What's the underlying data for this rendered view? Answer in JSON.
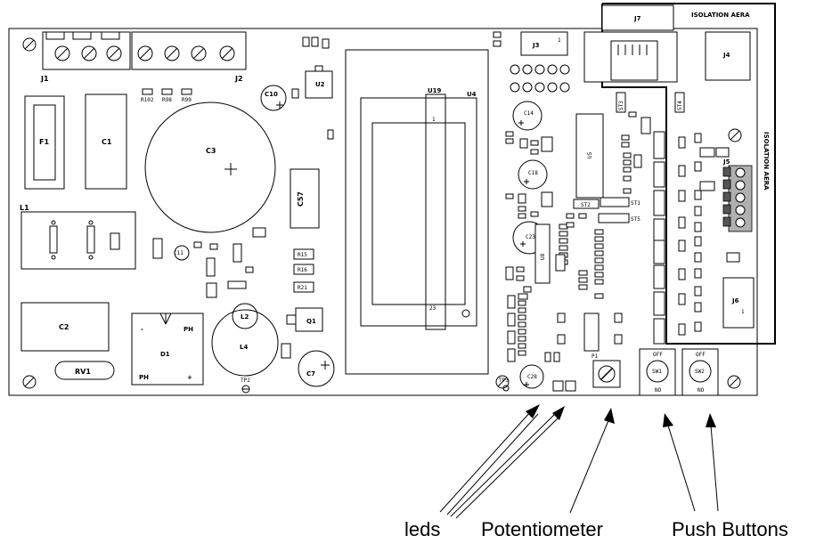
{
  "isolation": {
    "top": "ISOLATION AERA",
    "side": "ISOLATION AERA"
  },
  "connectors": {
    "j1": "J1",
    "j2": "J2",
    "j3": "J3",
    "j4": "J4",
    "j5": "J5",
    "j6": "J6",
    "j7": "J7"
  },
  "parts": {
    "f1": "F1",
    "c1": "C1",
    "c3": "C3",
    "c57": "C57",
    "c10": "C10",
    "u2": "U2",
    "l1": "L1",
    "c2": "C2",
    "rv1": "RV1",
    "d1": "D1",
    "d1_ph_top": "PH",
    "d1_ph_bottom": "PH",
    "d1_minus": "-",
    "d1_plus": "+",
    "l2": "L2",
    "l4": "L4",
    "q1": "Q1",
    "c7": "C7",
    "c11": "C11",
    "c14": "C14",
    "c18": "C18",
    "c23": "C23",
    "c28": "C28",
    "u19": "U19",
    "u4": "U4",
    "u5": "U5",
    "u8": "U8",
    "st1": "ST1",
    "st2": "ST2",
    "st3": "ST3",
    "st4": "ST4",
    "st5": "ST5",
    "r15": "R15",
    "r16": "R16",
    "r21": "R21",
    "r102": "R102",
    "r98": "R98",
    "r99": "R99",
    "tp2": "TP2",
    "tp3": "TP3",
    "p1": "P1",
    "sw1": "SW1",
    "sw2": "SW2",
    "u19_pin1": "1",
    "u19_pin23": "23",
    "j3_pin1": "1",
    "j6_pin1": "1"
  },
  "switch_text": {
    "off": "OFF",
    "no": "NO"
  },
  "callouts": {
    "leds": "leds",
    "potentiometer": "Potentiometer",
    "push_buttons": "Push Buttons"
  }
}
